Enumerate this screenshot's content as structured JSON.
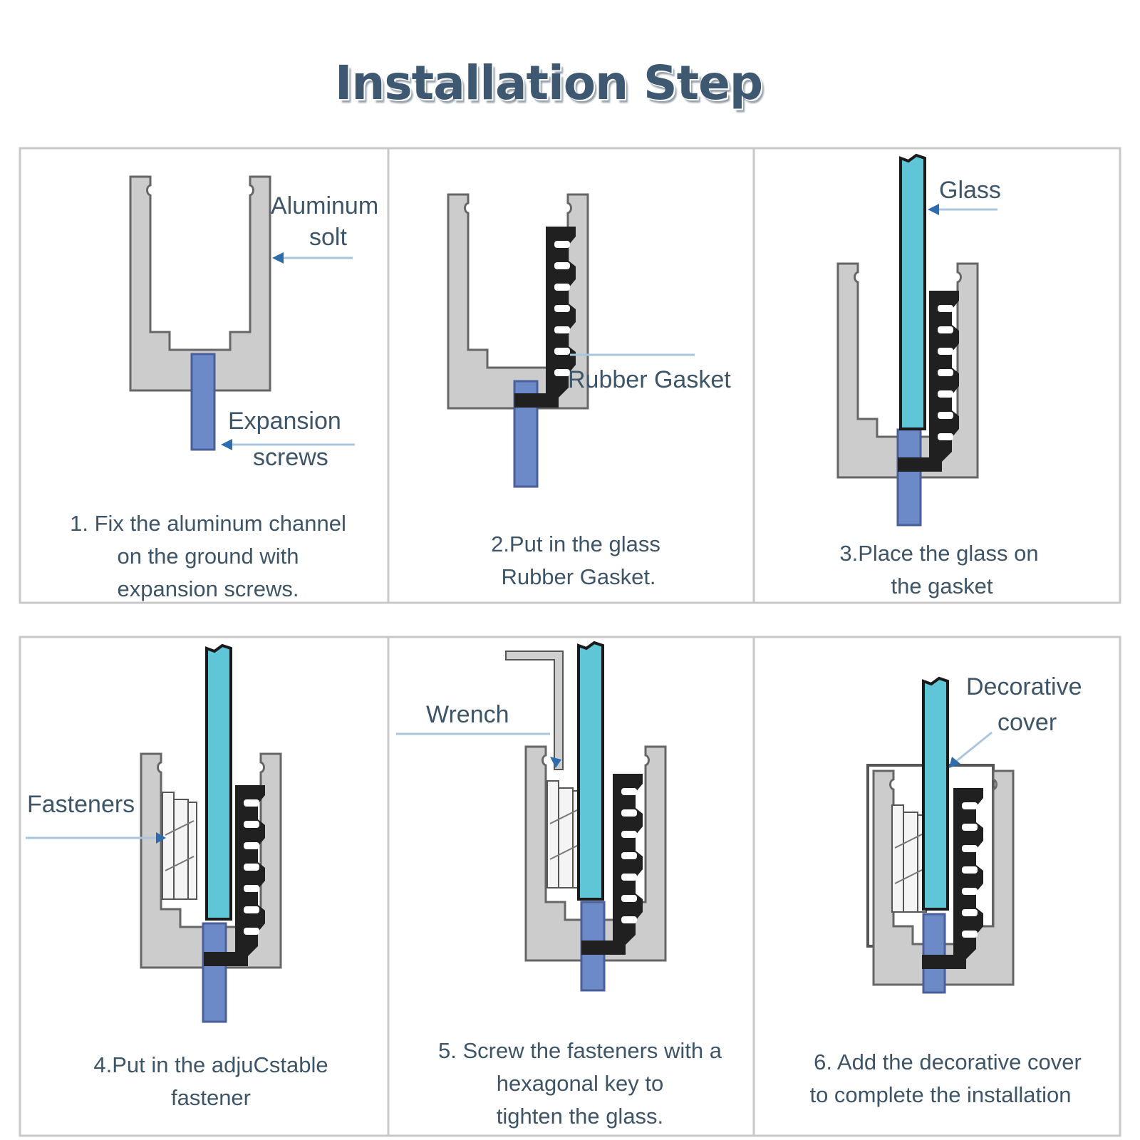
{
  "title": "Installation Step",
  "steps": [
    {
      "caption": [
        "1. Fix the aluminum channel",
        "on the ground with",
        "expansion screws."
      ],
      "labels": [
        [
          "Aluminum",
          "solt"
        ],
        [
          "Expansion",
          "screws"
        ]
      ]
    },
    {
      "caption": [
        "2.Put in the glass",
        "Rubber Gasket."
      ],
      "labels": [
        [
          "Rubber Gasket"
        ]
      ]
    },
    {
      "caption": [
        "3.Place the glass on",
        "the gasket"
      ],
      "labels": [
        [
          "Glass"
        ]
      ]
    },
    {
      "caption": [
        "4.Put in the adjuCstable",
        "fastener"
      ],
      "labels": [
        [
          "Fasteners"
        ]
      ]
    },
    {
      "caption": [
        "5. Screw the fasteners with a",
        "hexagonal key to",
        "tighten the glass."
      ],
      "labels": [
        [
          "Wrench"
        ]
      ]
    },
    {
      "caption": [
        "6. Add the decorative cover",
        "to complete the installation"
      ],
      "labels": [
        [
          "Decorative",
          "cover"
        ]
      ]
    }
  ],
  "colors": {
    "title": "#3d5870",
    "text": "#3e5568",
    "aluminum": "#cccccc",
    "screw": "#6d8ac8",
    "glass": "#5ec6d6",
    "gasket": "#202020",
    "arrow": "#2f6cab",
    "leader": "#a9c6de"
  }
}
